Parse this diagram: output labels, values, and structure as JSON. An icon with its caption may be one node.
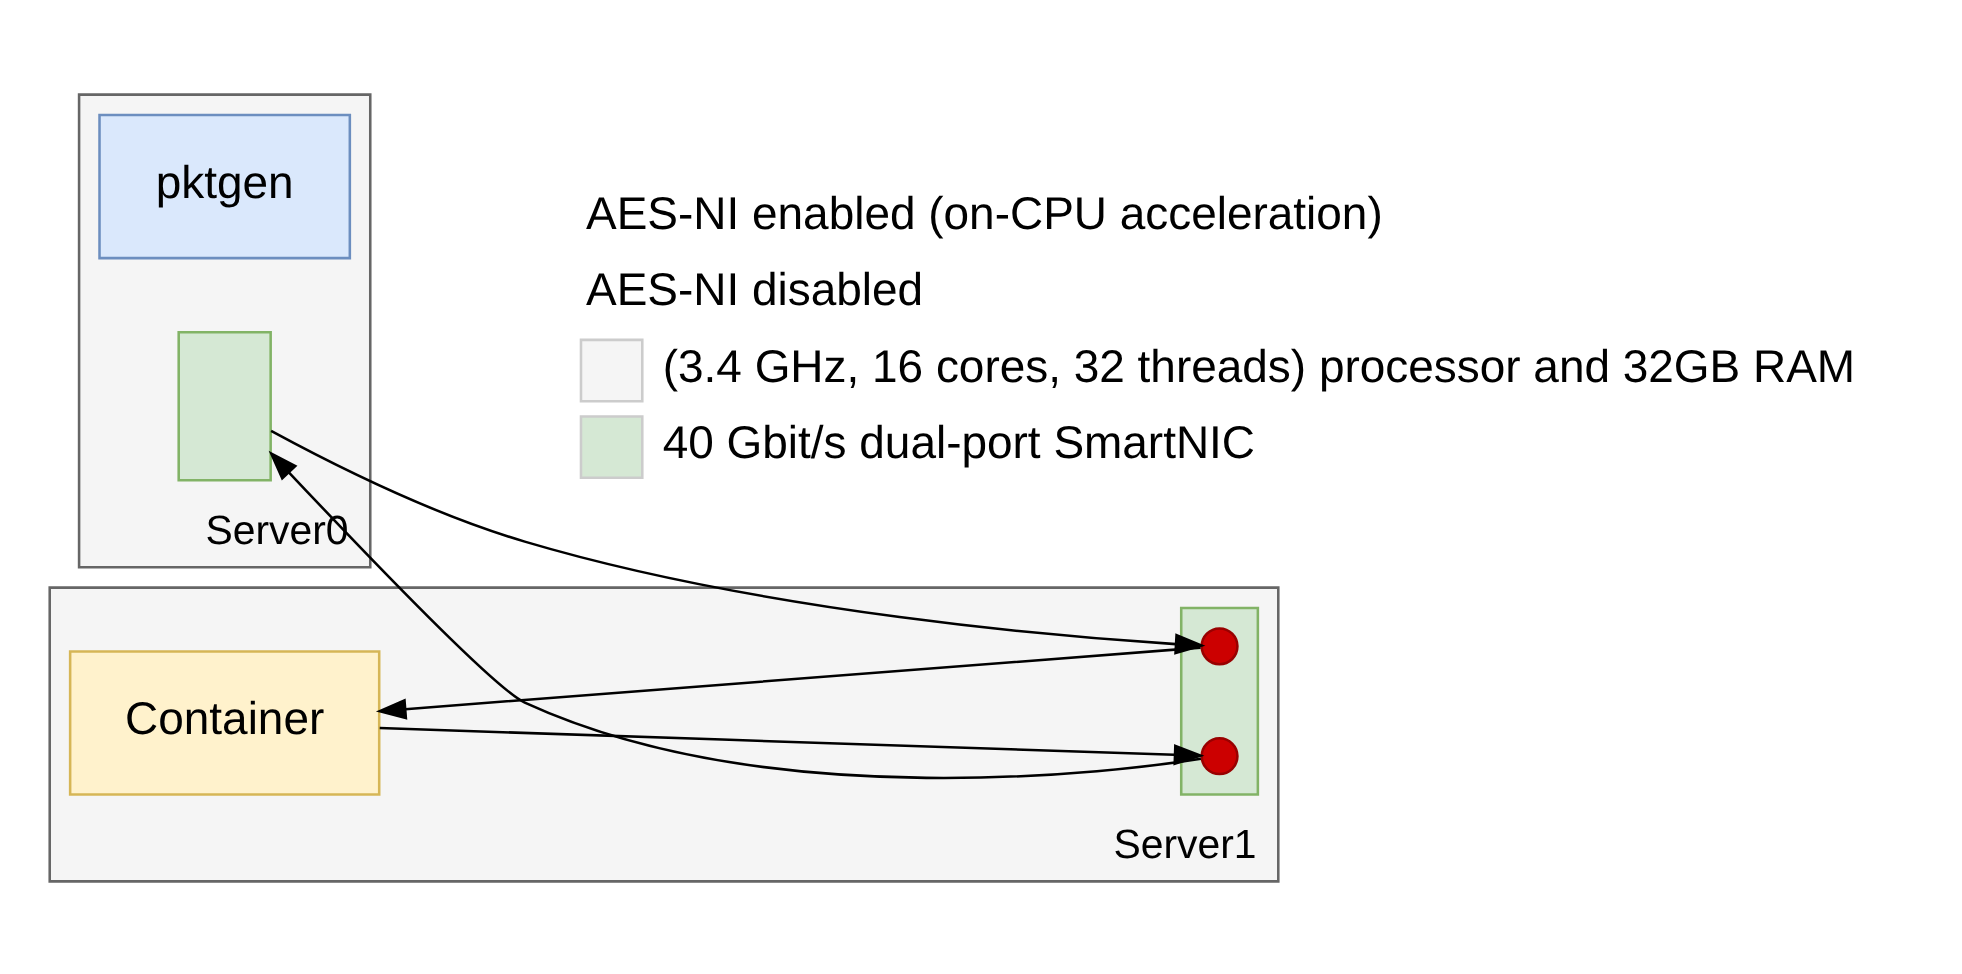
{
  "diagram": {
    "nodes": [
      {
        "text": [
          "Server0"
        ]
      },
      {
        "text": [
          "pktgen"
        ],
        "in": 0
      },
      {
        "text": [],
        "shape": "box",
        "in": 0
      },
      {
        "text": [
          "Server1"
        ]
      },
      {
        "text": [
          "Container"
        ],
        "in": 3
      },
      {
        "text": [],
        "shape": "box",
        "in": 3
      },
      {
        "text": [],
        "shape": "circle",
        "in": 5
      },
      {
        "text": [],
        "shape": "circle",
        "in": 5
      }
    ],
    "edges": [
      {
        "from": 2,
        "to": 6,
        "arrow": "to"
      },
      {
        "from": 6,
        "to": 4,
        "arrow": "to"
      },
      {
        "from": 4,
        "to": 7,
        "arrow": "to"
      },
      {
        "from": 7,
        "to": 2,
        "arrow": "to"
      }
    ],
    "labels": [
      "AES-NI enabled (on-CPU acceleration)",
      "AES-NI disabled"
    ],
    "legend": [
      {
        "text": "(3.4 GHz, 16 cores, 32 threads) processor and 32GB RAM",
        "color": "#f5f5f5"
      },
      {
        "text": "40 Gbit/s dual-port SmartNIC",
        "color": "#d5e8d4"
      }
    ]
  }
}
